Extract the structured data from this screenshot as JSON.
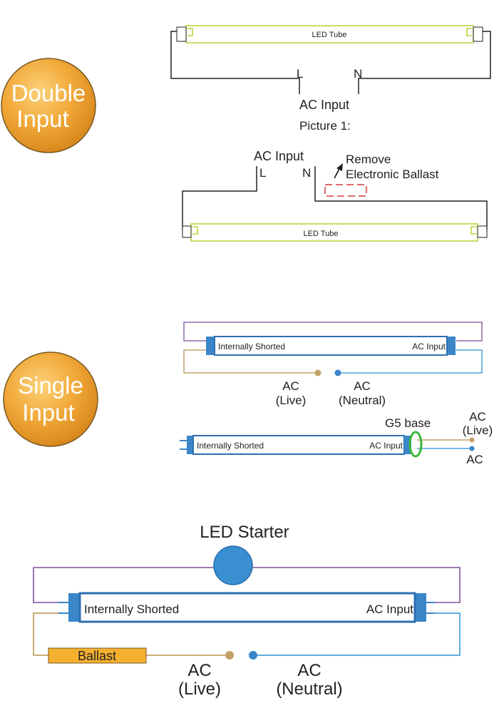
{
  "badges": {
    "double": [
      "Double",
      "Input"
    ],
    "single": [
      "Single",
      "Input"
    ]
  },
  "double_input": {
    "tube1_label": "LED Tube",
    "l": "L",
    "n": "N",
    "ac_input": "AC Input",
    "picture": "Picture 1:",
    "ac_input_2": "AC Input",
    "l2": "L",
    "n2": "N",
    "remove": "Remove",
    "electronic_ballast": "Electronic Ballast",
    "tube2_label": "LED Tube"
  },
  "single_input": {
    "tube1_left": "Internally Shorted",
    "tube1_right": "AC Input",
    "ac_live": [
      "AC",
      "(Live)"
    ],
    "ac_neutral": [
      "AC",
      "(Neutral)"
    ],
    "tube2_left": "Internally Shorted",
    "tube2_right": "AC Input",
    "g5_base": "G5 base",
    "ac_live_2": [
      "AC",
      "(Live)"
    ],
    "ac_2": "AC"
  },
  "starter": {
    "title": "LED Starter",
    "tube_left": "Internally Shorted",
    "tube_right": "AC Input",
    "ballast": "Ballast",
    "ac_live": [
      "AC",
      "(Live)"
    ],
    "ac_neutral": [
      "AC",
      "(Neutral)"
    ]
  },
  "colors": {
    "badge_orange": "#f2a93a",
    "tube_green": "#b5d334",
    "tube_blue": "#2c6fb0",
    "cap_blue": "#3a86c8",
    "wire_purple": "#8e6aa8",
    "wire_tan": "#c2a267",
    "wire_blue": "#4aa3d8",
    "ballast_red": "#d23a3a",
    "ballast_fill": "#f5b02f"
  }
}
